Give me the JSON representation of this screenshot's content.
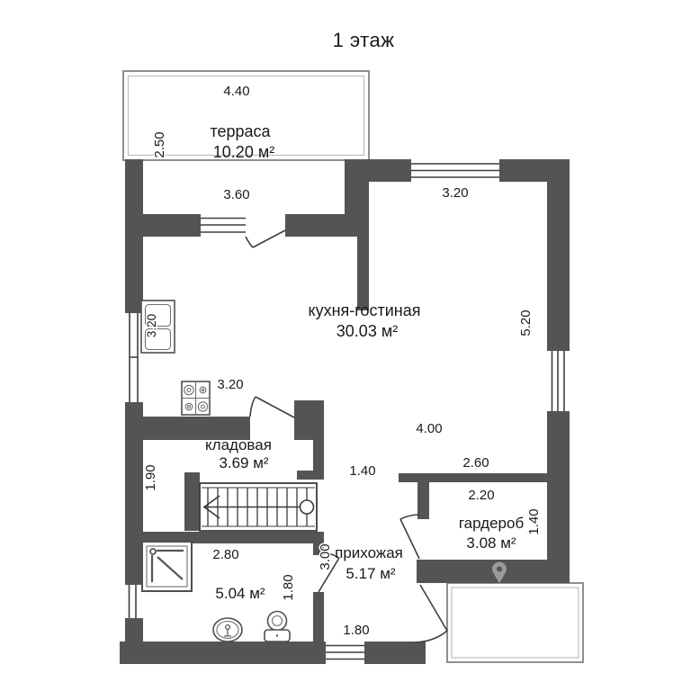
{
  "title": "1 этаж",
  "rooms": {
    "terrace": {
      "name": "терраса",
      "area": "10.20 м²"
    },
    "kitchen_living": {
      "name": "кухня-гостиная",
      "area": "30.03 м²"
    },
    "pantry": {
      "name": "кладовая",
      "area": "3.69 м²"
    },
    "wardrobe": {
      "name": "гардероб",
      "area": "3.08 м²"
    },
    "hallway": {
      "name": "прихожая",
      "area": "5.17 м²"
    },
    "bathroom": {
      "area": "5.04 м²"
    }
  },
  "dimensions": {
    "terrace_width": "4.40",
    "terrace_depth": "2.50",
    "terrace_wall": "3.60",
    "kitchen_top_window": "3.20",
    "kitchen_right_side": "5.20",
    "kitchen_sink_run": "3.20",
    "kitchen_stove_run": "3.20",
    "pantry_side": "1.90",
    "living_span": "4.00",
    "passage_width": "1.40",
    "wardrobe_outer": "2.60",
    "wardrobe_width": "2.20",
    "wardrobe_depth": "1.40",
    "bathroom_width": "2.80",
    "hallway_depth": "3.00",
    "bathroom_door_side": "1.80",
    "entry_width": "1.80"
  },
  "icons": {
    "watermark": "map-pin",
    "fixtures": [
      "stairs",
      "kitchen-sink",
      "stove",
      "shower",
      "washbasin",
      "toilet"
    ]
  },
  "colors": {
    "wall": "#545454",
    "line": "#3f3f3f",
    "thin_outline": "#8f8f8f",
    "text": "#1a1a1a",
    "background": "#ffffff"
  }
}
